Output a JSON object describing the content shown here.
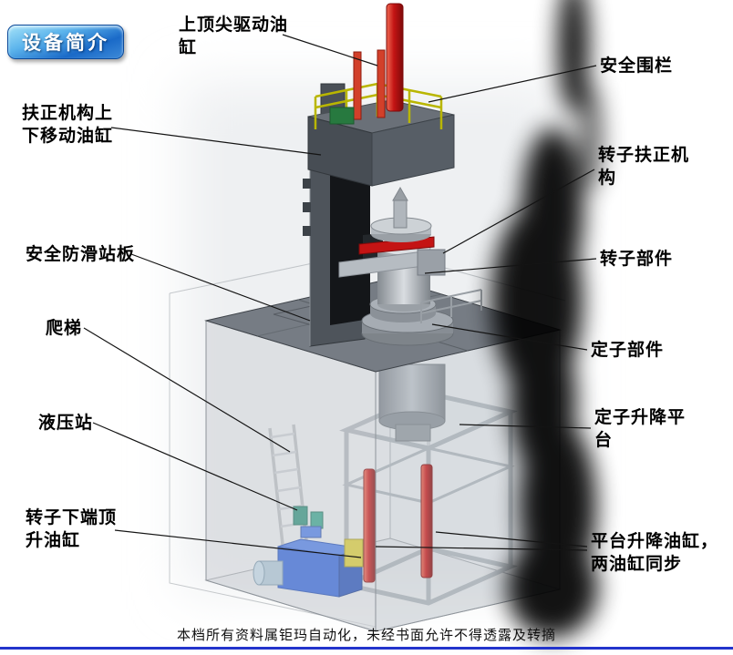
{
  "badge": {
    "label": "设备简介"
  },
  "annotations": {
    "top_cylinder": {
      "text": "上顶尖驱动油\n缸"
    },
    "safety_fence": {
      "text": "安全围栏"
    },
    "centering_cylinder": {
      "text": "扶正机构上\n下移动油缸"
    },
    "rotor_centering": {
      "text": "转子扶正机\n构"
    },
    "antislip_plate": {
      "text": "安全防滑站板"
    },
    "rotor_part": {
      "text": "转子部件"
    },
    "ladder": {
      "text": "爬梯"
    },
    "stator_part": {
      "text": "定子部件"
    },
    "hydraulic_station": {
      "text": "液压站"
    },
    "stator_lift_platform": {
      "text": "定子升降平\n台"
    },
    "rotor_bottom_jack": {
      "text": "转子下端顶\n升油缸"
    },
    "platform_lift_cylinders": {
      "text": "平台升降油缸，\n两油缸同步"
    }
  },
  "footer": {
    "text": "本档所有资料属钜玛自动化，未经书面允许不得透露及转摘"
  },
  "colors": {
    "cylinder_red": "#c41414",
    "railing_yellow": "#b9b600",
    "hydraulic_blue": "#2e62d6",
    "badge_blue": "#1566c9",
    "footer_line_blue": "#2334cc"
  }
}
